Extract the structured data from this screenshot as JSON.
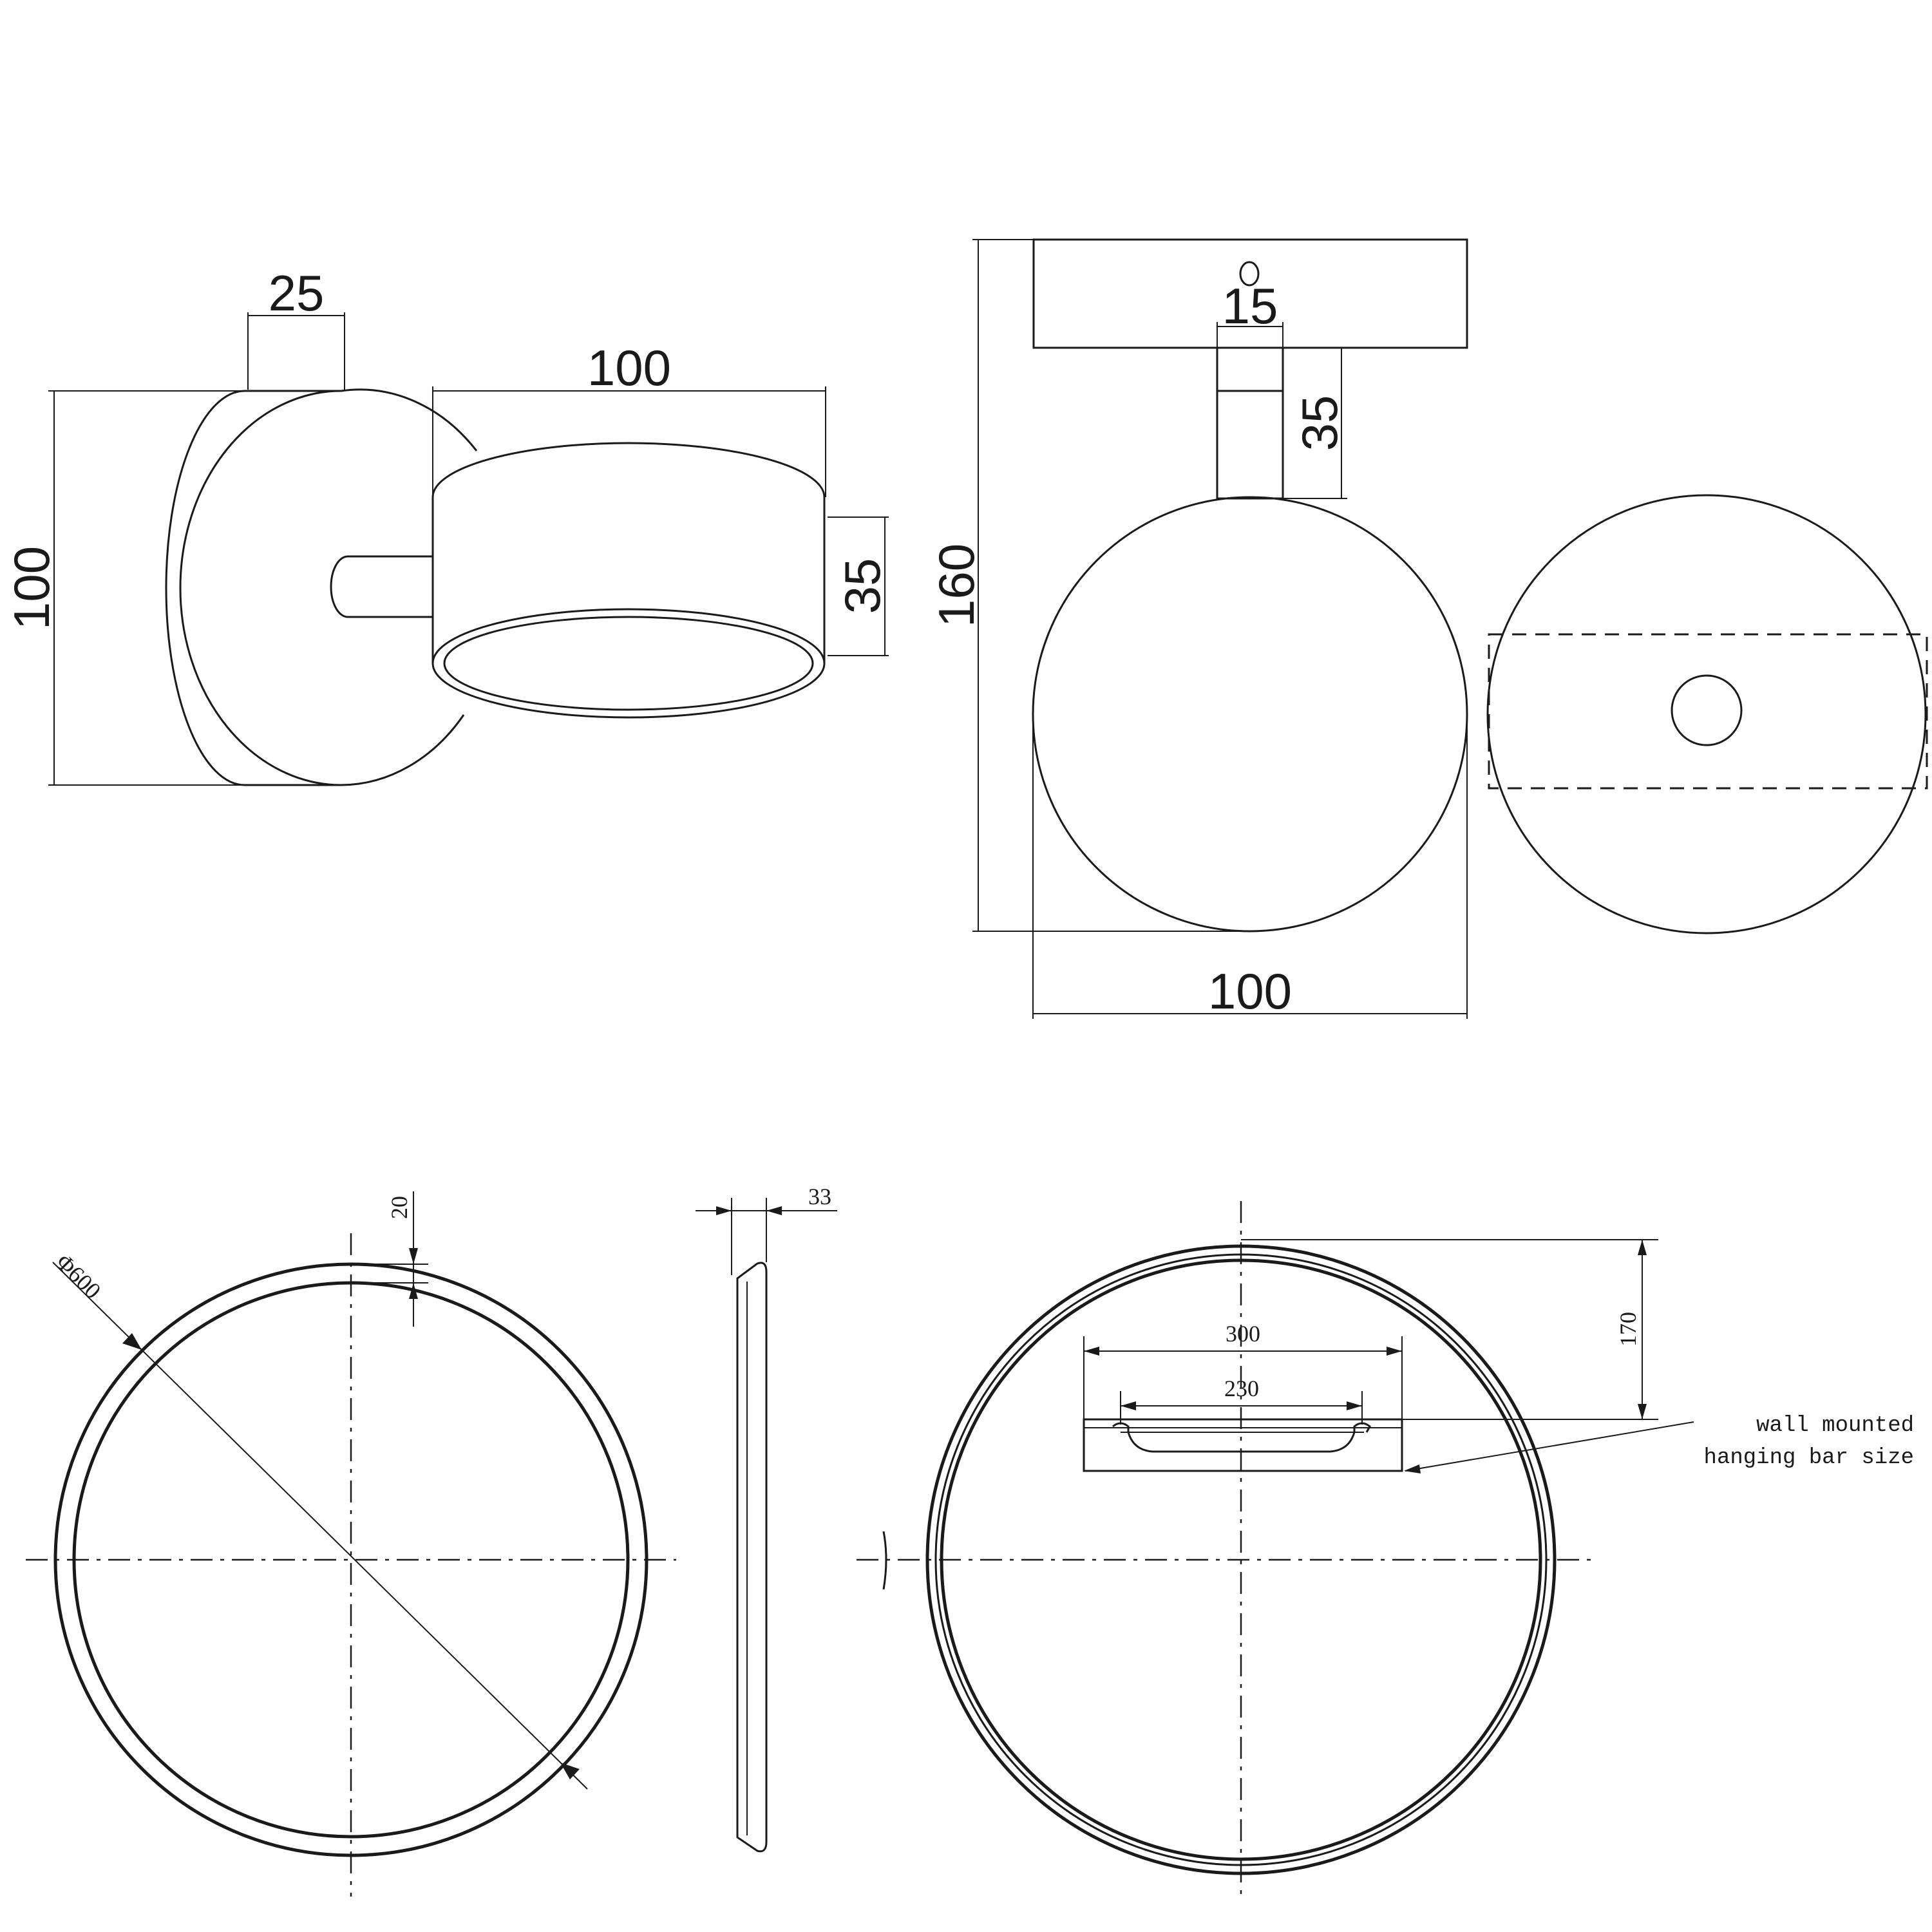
{
  "spotlight": {
    "side_view": {
      "dim_base_depth": "25",
      "dim_head_length": "100",
      "dim_overall_height": "100",
      "dim_head_height": "35"
    },
    "front_view": {
      "dim_stem_width": "15",
      "dim_stem_length": "35",
      "dim_overall_height": "160",
      "dim_width": "100"
    }
  },
  "mirror": {
    "front_view": {
      "dim_frame_width": "20",
      "dim_diameter": "Φ600"
    },
    "side_view": {
      "dim_depth": "33"
    },
    "back_view": {
      "dim_bar_offset": "170",
      "dim_bar_length": "300",
      "dim_hook_spacing": "230",
      "note_line_1": "wall mounted",
      "note_line_2": "hanging bar size"
    }
  }
}
